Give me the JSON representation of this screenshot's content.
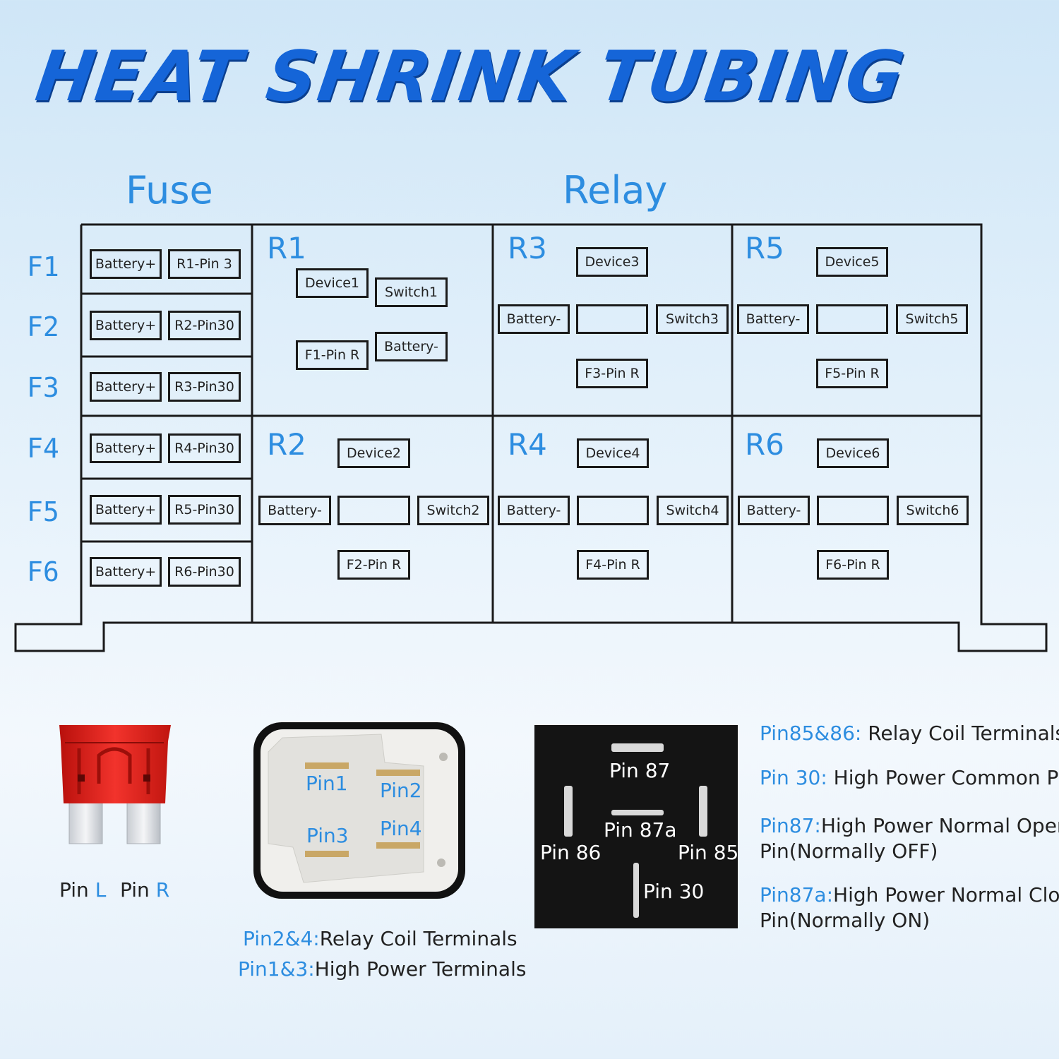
{
  "title": "HEAT SHRINK TUBING",
  "headers": {
    "fuse": "Fuse",
    "relay": "Relay"
  },
  "fuse_rows": [
    {
      "label": "F1",
      "a": "Battery+",
      "b": "R1-Pin 3"
    },
    {
      "label": "F2",
      "a": "Battery+",
      "b": "R2-Pin30"
    },
    {
      "label": "F3",
      "a": "Battery+",
      "b": "R3-Pin30"
    },
    {
      "label": "F4",
      "a": "Battery+",
      "b": "R4-Pin30"
    },
    {
      "label": "F5",
      "a": "Battery+",
      "b": "R5-Pin30"
    },
    {
      "label": "F6",
      "a": "Battery+",
      "b": "R6-Pin30"
    }
  ],
  "relays": {
    "R1": {
      "label": "R1",
      "device": "Device1",
      "switch": "Switch1",
      "pin": "F1-Pin R",
      "battery": "Battery-"
    },
    "R2": {
      "label": "R2",
      "device": "Device2",
      "switch": "Switch2",
      "pin": "F2-Pin R",
      "battery": "Battery-",
      "middle": ""
    },
    "R3": {
      "label": "R3",
      "device": "Device3",
      "switch": "Switch3",
      "pin": "F3-Pin R",
      "battery": "Battery-",
      "middle": ""
    },
    "R4": {
      "label": "R4",
      "device": "Device4",
      "switch": "Switch4",
      "pin": "F4-Pin R",
      "battery": "Battery-",
      "middle": ""
    },
    "R5": {
      "label": "R5",
      "device": "Device5",
      "switch": "Switch5",
      "pin": "F5-Pin R",
      "battery": "Battery-",
      "middle": ""
    },
    "R6": {
      "label": "R6",
      "device": "Device6",
      "switch": "Switch6",
      "pin": "F6-Pin R",
      "battery": "Battery-",
      "middle": ""
    }
  },
  "fuse_part": {
    "pin_l_prefix": "Pin ",
    "pin_l": "L",
    "pin_r_prefix": "Pin ",
    "pin_r": "R"
  },
  "small_relay": {
    "pins": [
      "Pin1",
      "Pin2",
      "Pin3",
      "Pin4"
    ],
    "note1_key": "Pin2&4:",
    "note1_val": "Relay Coil Terminals",
    "note2_key": "Pin1&3:",
    "note2_val": "High Power Terminals"
  },
  "big_relay": {
    "pin87": "Pin 87",
    "pin87a": "Pin 87a",
    "pin86": "Pin 86",
    "pin85": "Pin 85",
    "pin30": "Pin 30"
  },
  "legend": [
    {
      "key": "Pin85&86: ",
      "val": "Relay Coil Terminals"
    },
    {
      "key": "Pin 30: ",
      "val": "High Power Common Pin"
    },
    {
      "key": "Pin87:",
      "val": "High Power Normal Open",
      "val2": "Pin(Normally OFF)"
    },
    {
      "key": "Pin87a:",
      "val": "High Power Normal Closed",
      "val2": "Pin(Normally ON)"
    }
  ],
  "colors": {
    "accent": "#2d8de0",
    "title": "#1565d8",
    "fuse_red": "#e8231f"
  }
}
